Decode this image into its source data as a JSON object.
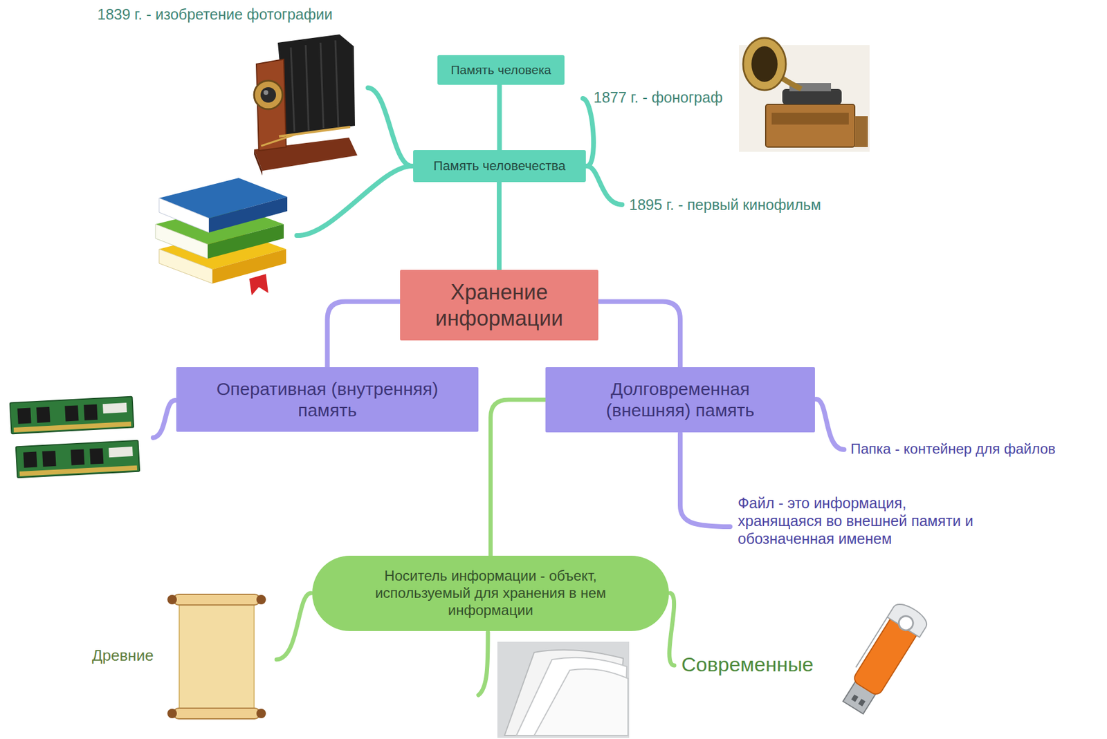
{
  "diagram": {
    "nodes": [
      {
        "text": [
          "Память человека"
        ]
      },
      {
        "text": [
          "Память человечества"
        ]
      },
      {
        "text": [
          "Хранение информации"
        ]
      },
      {
        "text": [
          "Оперативная (внутренняя) память"
        ]
      },
      {
        "text": [
          "Долговременная (внешняя) память"
        ]
      },
      {
        "text": [
          "Носитель информации - объект, используемый для хранения в нем информации"
        ]
      }
    ],
    "edges": [
      {
        "from": 1,
        "to": 0,
        "arrow": "none"
      },
      {
        "from": 2,
        "to": 1,
        "arrow": "none"
      },
      {
        "from": 2,
        "to": 3,
        "arrow": "none"
      },
      {
        "from": 2,
        "to": 4,
        "arrow": "none"
      },
      {
        "from": 4,
        "to": 5,
        "arrow": "none"
      }
    ],
    "labels": [
      "1839 г. - изобретение фотографии",
      "1877 г. - фонограф",
      "1895 г. - первый кинофильм",
      "Папка - контейнер для файлов",
      "Файл - это информация, хранящаяся во внешней памяти и обозначенная именем",
      "Древние",
      "Современные"
    ]
  }
}
